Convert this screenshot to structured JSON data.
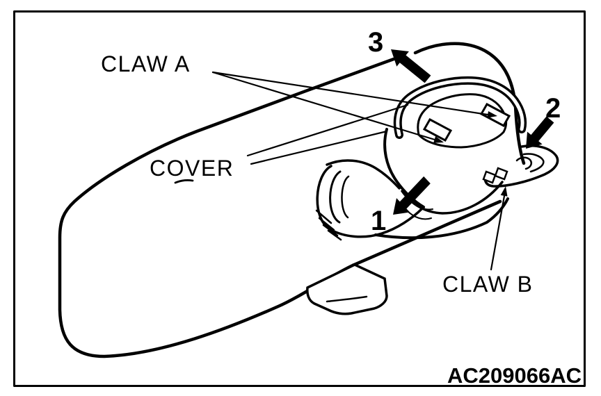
{
  "figure": {
    "labels": {
      "claw_a": "CLAW A",
      "cover": "COVER",
      "claw_b": "CLAW B"
    },
    "step_numbers": {
      "n1": "1",
      "n2": "2",
      "n3": "3"
    },
    "figure_code": "AC209066AC",
    "colors": {
      "line": "#000000",
      "background": "#ffffff"
    }
  }
}
